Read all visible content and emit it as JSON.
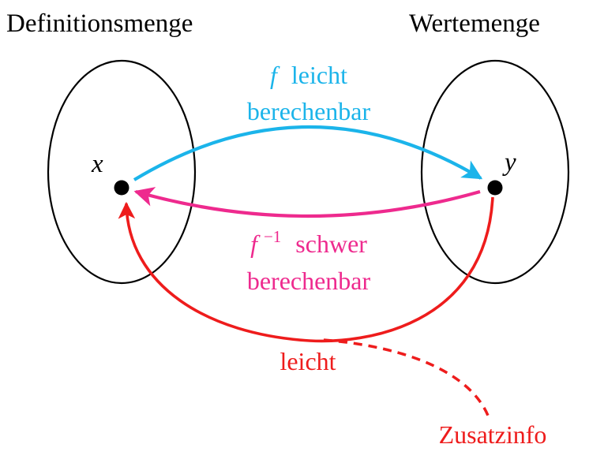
{
  "domain_label": "Definitionsmenge",
  "codomain_label": "Wertemenge",
  "element_x": "x",
  "element_y": "y",
  "forward_map": {
    "symbol": "f",
    "line1_rest": "leicht",
    "line2": "berechenbar",
    "color": "#1BB4EA"
  },
  "inverse_map": {
    "symbol": "f",
    "superscript": "−1",
    "line1_rest": "schwer",
    "line2": "berechenbar",
    "color": "#EE2A8E"
  },
  "trapdoor": {
    "label": "leicht",
    "note": "Zusatzinfo",
    "color": "#EE1C1C"
  }
}
